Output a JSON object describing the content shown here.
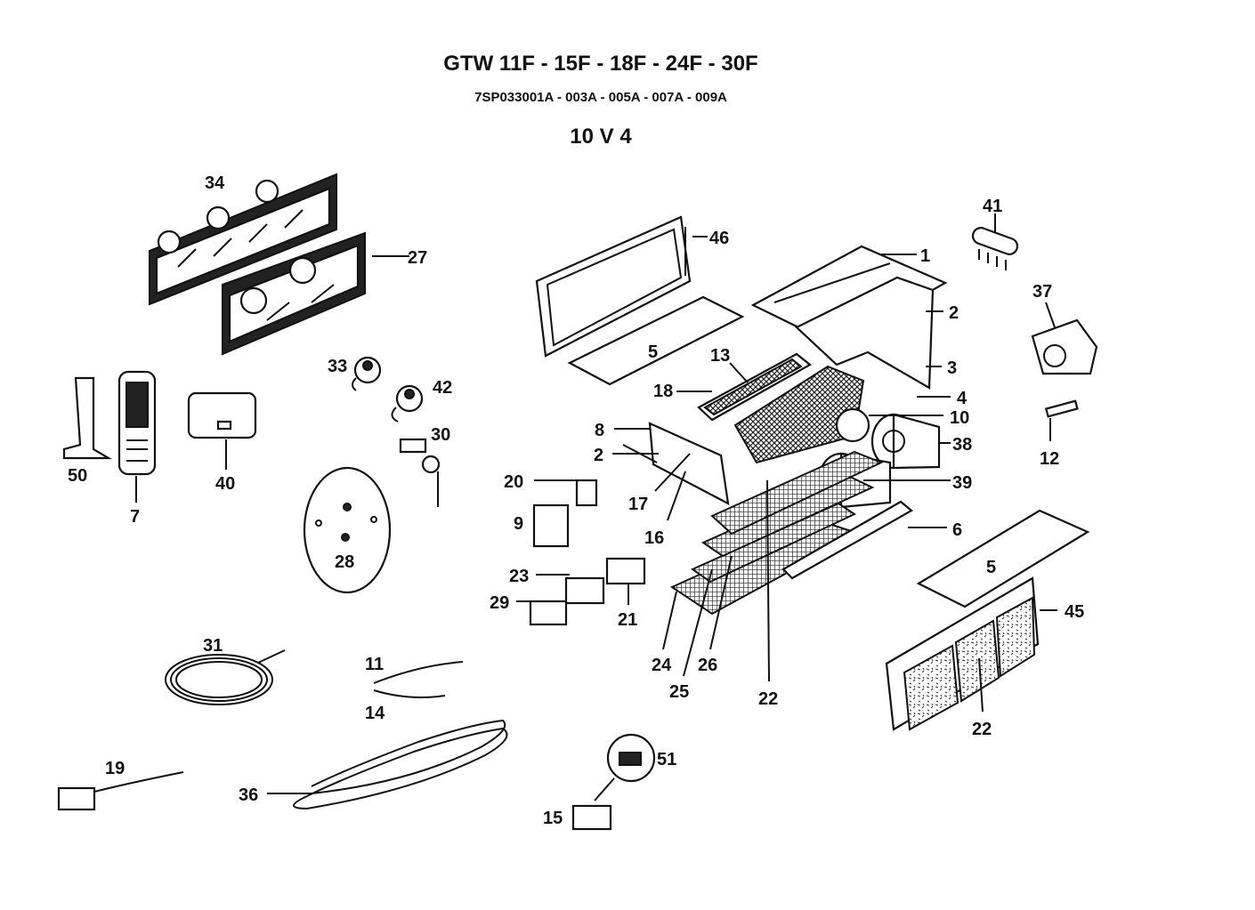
{
  "header": {
    "title": "GTW 11F - 15F - 18F - 24F - 30F",
    "codes": "7SP033001A - 003A - 005A - 007A - 009A",
    "variant": "10 V 4"
  },
  "labels": {
    "p1": "1",
    "p2a": "2",
    "p2b": "2",
    "p3": "3",
    "p4": "4",
    "p5a": "5",
    "p5b": "5",
    "p6": "6",
    "p7": "7",
    "p8": "8",
    "p9": "9",
    "p10": "10",
    "p11": "11",
    "p12": "12",
    "p13": "13",
    "p14": "14",
    "p15": "15",
    "p16": "16",
    "p17": "17",
    "p18": "18",
    "p19": "19",
    "p20": "20",
    "p21": "21",
    "p22a": "22",
    "p22b": "22",
    "p23": "23",
    "p24": "24",
    "p25": "25",
    "p26": "26",
    "p27": "27",
    "p28": "28",
    "p29": "29",
    "p30": "30",
    "p31": "31",
    "p33": "33",
    "p34": "34",
    "p36": "36",
    "p37": "37",
    "p38": "38",
    "p39": "39",
    "p40": "40",
    "p41": "41",
    "p42": "42",
    "p45": "45",
    "p46": "46",
    "p50": "50",
    "p51": "51"
  }
}
